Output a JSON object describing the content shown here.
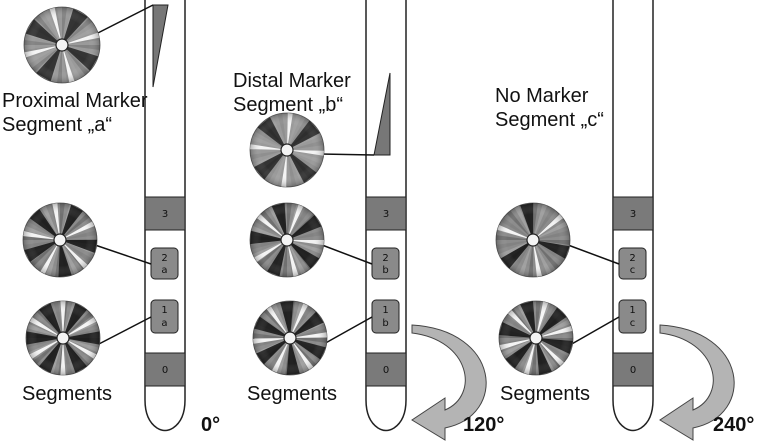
{
  "columns": [
    {
      "angle": "0°",
      "marker_label": [
        "Proximal Marker",
        "Segment „a“"
      ],
      "segments_label": "Segments",
      "bands": [
        "3",
        "0"
      ],
      "segments": [
        {
          "num": "2",
          "letter": "a"
        },
        {
          "num": "1",
          "letter": "a"
        }
      ]
    },
    {
      "angle": "120°",
      "marker_label": [
        "Distal Marker",
        "Segment „b“"
      ],
      "segments_label": "Segments",
      "bands": [
        "3",
        "0"
      ],
      "segments": [
        {
          "num": "2",
          "letter": "b"
        },
        {
          "num": "1",
          "letter": "b"
        }
      ]
    },
    {
      "angle": "240°",
      "marker_label": [
        "No Marker",
        "Segment „c“"
      ],
      "segments_label": "Segments",
      "bands": [
        "3",
        "0"
      ],
      "segments": [
        {
          "num": "2",
          "letter": "c"
        },
        {
          "num": "1",
          "letter": "c"
        }
      ]
    }
  ],
  "colors": {
    "band": "#7a7a7a",
    "segment": "#8a8a8a",
    "arrow": "#b4b4b4",
    "marker": "#777777",
    "outline": "#222222"
  }
}
